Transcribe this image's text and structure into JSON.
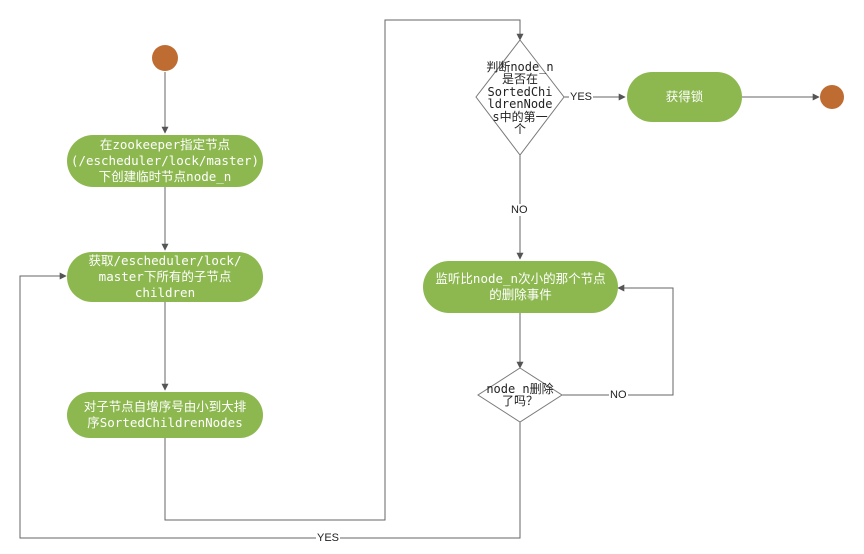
{
  "colors": {
    "node_fill": "#8DB850",
    "start_end_fill": "#BF6C33",
    "decision_fill": "#FFFFFF",
    "decision_stroke": "#7a7a7a",
    "line": "#666666"
  },
  "nodes": {
    "create_node": {
      "lines": [
        "在zookeeper指定节点",
        "(/escheduler/lock/master)",
        "下创建临时节点node_n"
      ]
    },
    "get_children": {
      "lines": [
        "获取/escheduler/lock/",
        "master下所有的子节点",
        "children"
      ]
    },
    "sort_children": {
      "lines": [
        "对子节点自增序号由小到大排",
        "序SortedChildrenNodes"
      ]
    },
    "check_first": {
      "lines": [
        "判断node_n",
        "是否在",
        "SortedChi",
        "ldrenNode",
        "s中的第一",
        "个"
      ]
    },
    "acquire_lock": {
      "lines": [
        "获得锁"
      ]
    },
    "watch_prev": {
      "lines": [
        "监听比node_n次小的那个节点",
        "的删除事件"
      ]
    },
    "check_deleted": {
      "lines": [
        "node_n删除",
        "了吗？"
      ]
    }
  },
  "edges": {
    "yes_acquire": "YES",
    "no_watch": "NO",
    "no_loop": "NO",
    "yes_back": "YES"
  }
}
